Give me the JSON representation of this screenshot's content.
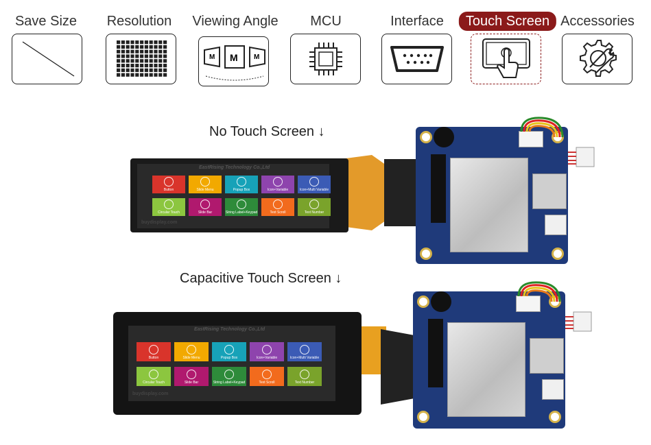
{
  "tabs": [
    {
      "label": "Save Size",
      "icon": "diagonal-line-icon",
      "active": false
    },
    {
      "label": "Resolution",
      "icon": "pixel-grid-icon",
      "active": false
    },
    {
      "label": "Viewing Angle",
      "icon": "viewing-angle-icon",
      "active": false
    },
    {
      "label": "MCU",
      "icon": "chip-icon",
      "active": false
    },
    {
      "label": "Interface",
      "icon": "serial-port-icon",
      "active": false
    },
    {
      "label": "Touch Screen",
      "icon": "touch-hand-icon",
      "active": true
    },
    {
      "label": "Accessories",
      "icon": "gear-wrench-icon",
      "active": false
    }
  ],
  "sections": [
    {
      "caption": "No Touch Screen ↓"
    },
    {
      "caption": "Capacitive Touch Screen ↓"
    }
  ],
  "lcd": {
    "title": "EastRising Technology Co.,Ltd",
    "site": "buydisplay.com",
    "tiles": [
      {
        "label": "Button",
        "color": "#d9342b"
      },
      {
        "label": "Slide Menu",
        "color": "#f2a900"
      },
      {
        "label": "Popup Box",
        "color": "#17a2b8"
      },
      {
        "label": "Icon+Variable",
        "color": "#8e44ad"
      },
      {
        "label": "Icon+Multi Variable",
        "color": "#3b5bb5"
      },
      {
        "label": "Circular Touch",
        "color": "#8cc63f"
      },
      {
        "label": "Slide Bar",
        "color": "#b0196e"
      },
      {
        "label": "String Label+Keypad",
        "color": "#2e8b3a"
      },
      {
        "label": "Text Scroll",
        "color": "#f26b1d"
      },
      {
        "label": "Text Number",
        "color": "#7aa32b"
      }
    ]
  },
  "colors": {
    "accent": "#8b1a1a",
    "pcb": "#1f3a7a"
  }
}
